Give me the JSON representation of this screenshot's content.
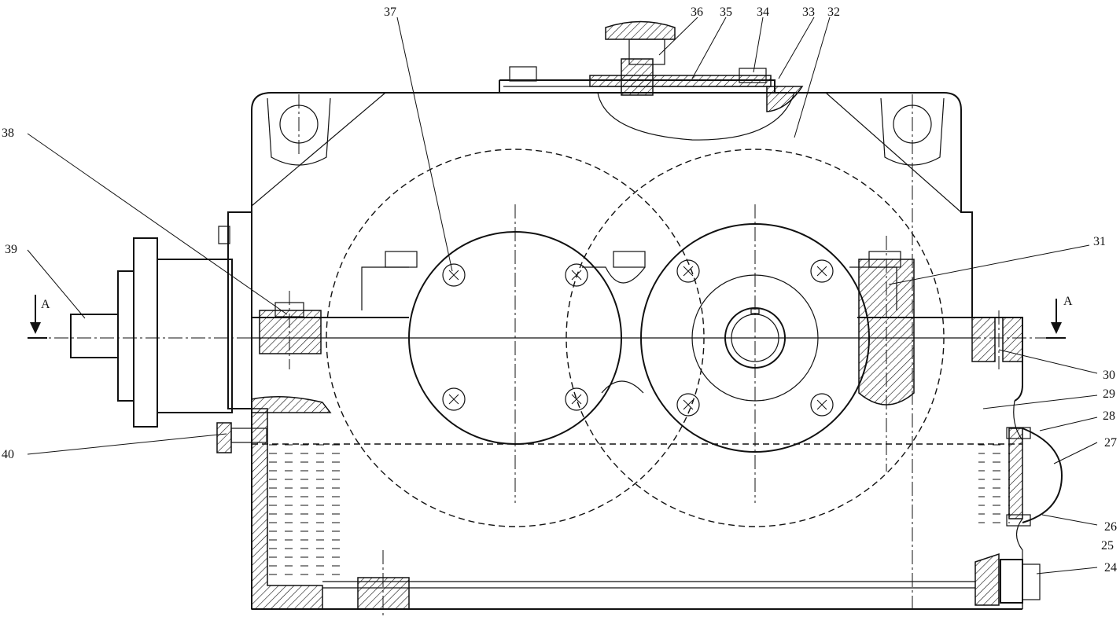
{
  "figure": {
    "section_marker": "A",
    "callouts": [
      "24",
      "25",
      "26",
      "27",
      "28",
      "29",
      "30",
      "31",
      "32",
      "33",
      "34",
      "35",
      "36",
      "37",
      "38",
      "39",
      "40"
    ]
  }
}
